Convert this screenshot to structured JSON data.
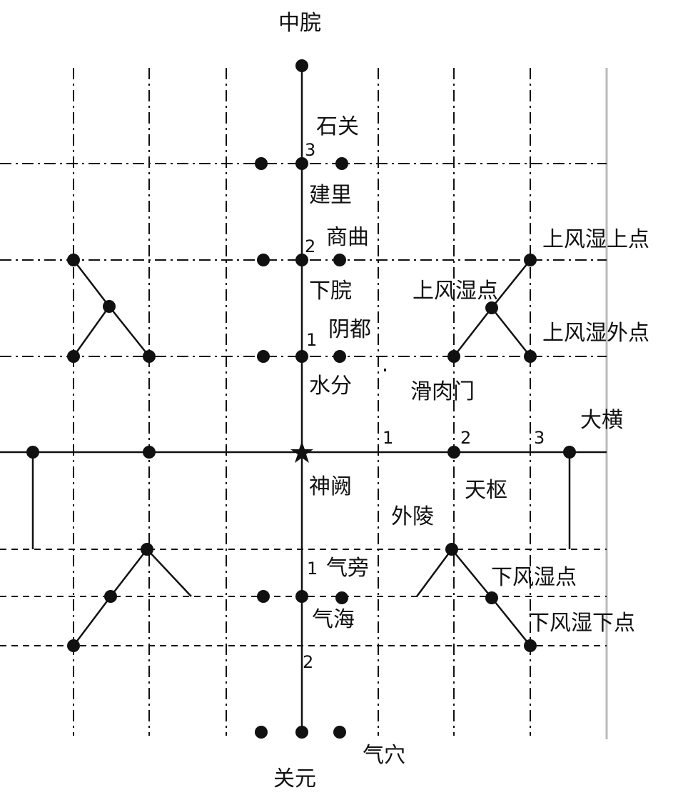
{
  "labels": {
    "zhongwan": "中脘",
    "shiguan": "石关",
    "jianli": "建里",
    "shangqu": "商曲",
    "xiawan": "下脘",
    "yindu": "阴都",
    "shuifen": "水分",
    "huaroumen": "滑肉门",
    "shangfengshi_shangdian": "上风湿上点",
    "shangfengshi_dian": "上风湿点",
    "shangfengshi_waidian": "上风湿外点",
    "daheng": "大横",
    "shenque": "神阙",
    "tianshu": "天枢",
    "wailing": "外陵",
    "qipang": "气旁",
    "xiafengshi_dian": "下风湿点",
    "qihai": "气海",
    "xiafengshi_xiadian": "下风湿下点",
    "qixue": "气穴",
    "guanyuan": "关元"
  },
  "numbers": {
    "v3": "3",
    "v2": "2",
    "v1": "1",
    "h1": "1",
    "h2": "2",
    "h3": "3",
    "d1": "1",
    "d2": "2"
  },
  "colors": {
    "line": "#111111",
    "background": "#ffffff",
    "border": "#bbbbbb"
  }
}
